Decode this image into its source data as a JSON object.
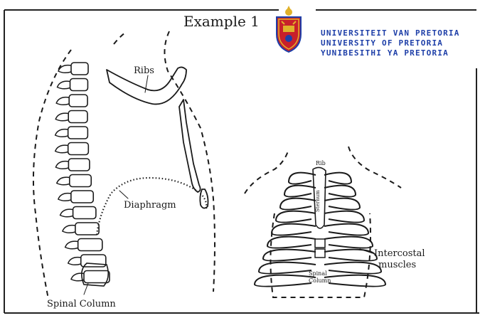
{
  "title": "Example 1",
  "logo": {
    "lines": [
      "UNIVERSITEIT VAN PRETORIA",
      "UNIVERSITY OF PRETORIA",
      "YUNIBESITHI YA PRETORIA"
    ],
    "colors": {
      "text": "#1e3fa8",
      "shield_red": "#c8202a",
      "shield_gold": "#e0b12a",
      "shield_blue": "#1e3fa8"
    }
  },
  "left_diagram": {
    "labels": {
      "ribs": "Ribs",
      "diaphragm": "Diaphragm",
      "spinal_column": "Spinal Column"
    }
  },
  "right_diagram": {
    "labels": {
      "rib": "Rib",
      "sternum": "Sternum",
      "spinal_column": "Spinal Column",
      "intercostal": "Intercostal muscles"
    }
  }
}
